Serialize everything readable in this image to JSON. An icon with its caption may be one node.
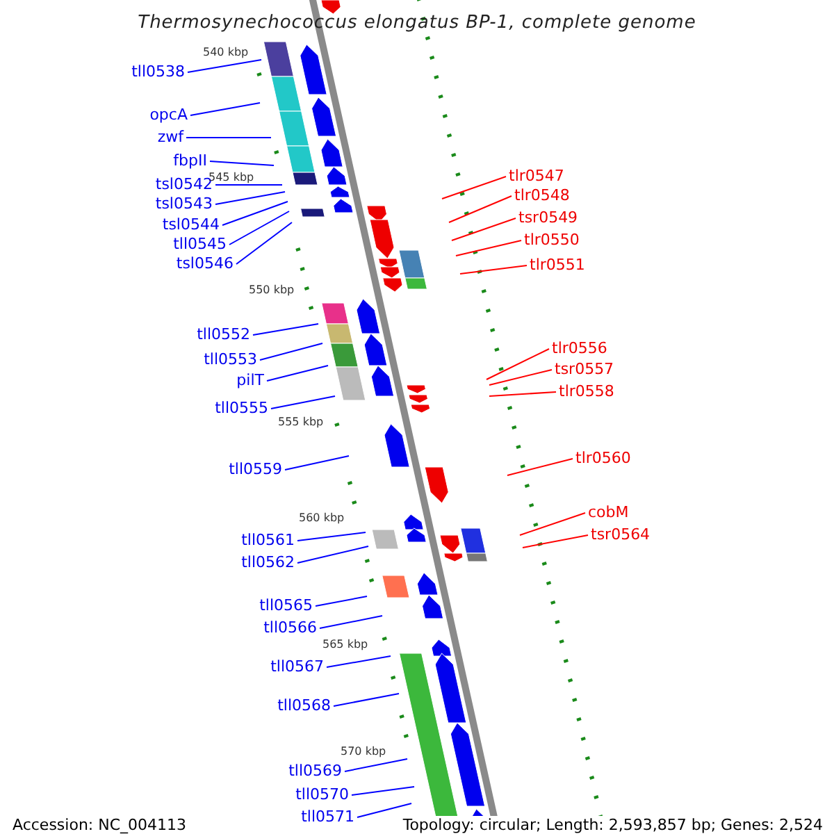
{
  "diagram": {
    "title": "Thermosynechococcus elongatus BP-1, complete genome",
    "nodes": [
      {
        "text": [
          "tll0538"
        ]
      },
      {
        "text": [
          "opcA"
        ]
      },
      {
        "text": [
          "zwf"
        ]
      },
      {
        "text": [
          "fbpII"
        ]
      },
      {
        "text": [
          "tsl0542"
        ]
      },
      {
        "text": [
          "tsl0543"
        ]
      },
      {
        "text": [
          "tsl0544"
        ]
      },
      {
        "text": [
          "tll0545"
        ]
      },
      {
        "text": [
          "tsl0546"
        ]
      },
      {
        "text": [
          "tll0552"
        ]
      },
      {
        "text": [
          "tll0553"
        ]
      },
      {
        "text": [
          "pilT"
        ]
      },
      {
        "text": [
          "tll0555"
        ]
      },
      {
        "text": [
          "tll0559"
        ]
      },
      {
        "text": [
          "tll0561"
        ]
      },
      {
        "text": [
          "tll0562"
        ]
      },
      {
        "text": [
          "tll0565"
        ]
      },
      {
        "text": [
          "tll0566"
        ]
      },
      {
        "text": [
          "tll0567"
        ]
      },
      {
        "text": [
          "tll0568"
        ]
      },
      {
        "text": [
          "tll0569"
        ]
      },
      {
        "text": [
          "tll0570"
        ]
      },
      {
        "text": [
          "tll0571"
        ]
      },
      {
        "text": [
          "tlr0547"
        ]
      },
      {
        "text": [
          "tlr0548"
        ]
      },
      {
        "text": [
          "tsr0549"
        ]
      },
      {
        "text": [
          "tlr0550"
        ]
      },
      {
        "text": [
          "tlr0551"
        ]
      },
      {
        "text": [
          "tlr0556"
        ]
      },
      {
        "text": [
          "tsr0557"
        ]
      },
      {
        "text": [
          "tlr0558"
        ]
      },
      {
        "text": [
          "tlr0560"
        ]
      },
      {
        "text": [
          "cobM"
        ]
      },
      {
        "text": [
          "tsr0564"
        ]
      }
    ],
    "edges": [
      {
        "from": 0,
        "to": null,
        "arrow": "none"
      },
      {
        "from": 1,
        "to": null,
        "arrow": "none"
      },
      {
        "from": 2,
        "to": null,
        "arrow": "none"
      },
      {
        "from": 3,
        "to": null,
        "arrow": "none"
      },
      {
        "from": 4,
        "to": null,
        "arrow": "none"
      },
      {
        "from": 5,
        "to": null,
        "arrow": "none"
      },
      {
        "from": 6,
        "to": null,
        "arrow": "none"
      },
      {
        "from": 7,
        "to": null,
        "arrow": "none"
      },
      {
        "from": 8,
        "to": null,
        "arrow": "none"
      },
      {
        "from": 9,
        "to": null,
        "arrow": "none"
      },
      {
        "from": 10,
        "to": null,
        "arrow": "none"
      },
      {
        "from": 11,
        "to": null,
        "arrow": "none"
      },
      {
        "from": 12,
        "to": null,
        "arrow": "none"
      },
      {
        "from": 13,
        "to": null,
        "arrow": "none"
      },
      {
        "from": 14,
        "to": null,
        "arrow": "none"
      },
      {
        "from": 15,
        "to": null,
        "arrow": "none"
      },
      {
        "from": 16,
        "to": null,
        "arrow": "none"
      },
      {
        "from": 17,
        "to": null,
        "arrow": "none"
      },
      {
        "from": 18,
        "to": null,
        "arrow": "none"
      },
      {
        "from": 19,
        "to": null,
        "arrow": "none"
      },
      {
        "from": 20,
        "to": null,
        "arrow": "none"
      },
      {
        "from": 21,
        "to": null,
        "arrow": "none"
      },
      {
        "from": 22,
        "to": null,
        "arrow": "none"
      },
      {
        "from": 23,
        "to": null,
        "arrow": "none",
        "color": "#ff0000"
      },
      {
        "from": 24,
        "to": null,
        "arrow": "none",
        "color": "#ff0000"
      },
      {
        "from": 25,
        "to": null,
        "arrow": "none",
        "color": "#ff0000"
      },
      {
        "from": 26,
        "to": null,
        "arrow": "none",
        "color": "#ff0000"
      },
      {
        "from": 27,
        "to": null,
        "arrow": "none",
        "color": "#ff0000"
      },
      {
        "from": 28,
        "to": null,
        "arrow": "none",
        "color": "#ff0000"
      },
      {
        "from": 29,
        "to": null,
        "arrow": "none",
        "color": "#ff0000"
      },
      {
        "from": 30,
        "to": null,
        "arrow": "none",
        "color": "#ff0000"
      },
      {
        "from": 31,
        "to": null,
        "arrow": "none",
        "color": "#ff0000"
      },
      {
        "from": 32,
        "to": null,
        "arrow": "none",
        "color": "#ff0000"
      },
      {
        "from": 33,
        "to": null,
        "arrow": "none",
        "color": "#ff0000"
      }
    ],
    "labels": [
      "540 kbp",
      "545 kbp",
      "550 kbp",
      "555 kbp",
      "560 kbp",
      "565 kbp",
      "570 kbp",
      "Accession: NC_004113",
      "Topology: circular; Length: 2,593,857 bp; Genes: 2,524"
    ]
  }
}
